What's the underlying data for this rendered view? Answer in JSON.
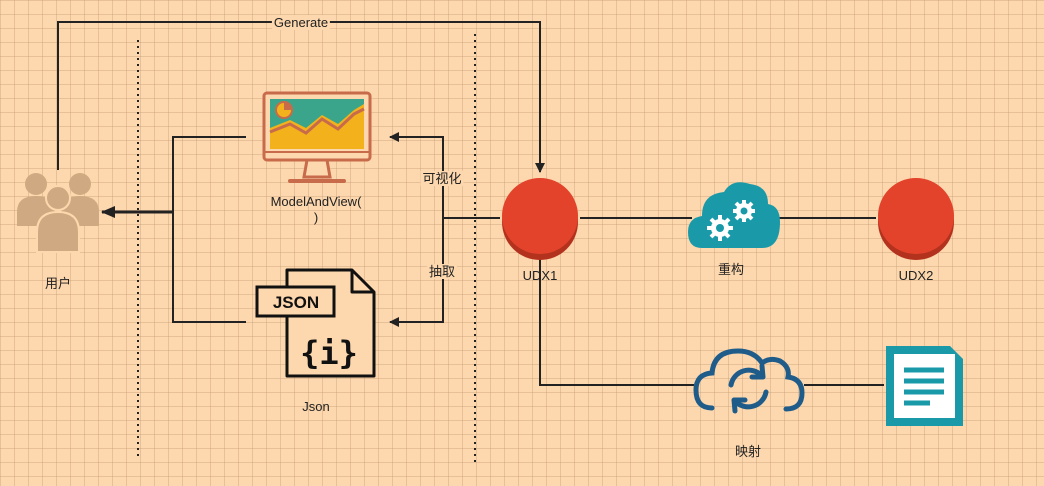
{
  "labels": {
    "generate": "Generate",
    "user": "用户",
    "model_and_view": "ModelAndView(",
    "model_and_view_2": ")",
    "json": "Json",
    "visualize": "可视化",
    "extract": "抽取",
    "udx1": "UDX1",
    "udx2": "UDX2",
    "refactor": "重构",
    "mapping": "映射",
    "json_badge": "JSON",
    "json_brace": "{i}"
  },
  "icons": {
    "users": "users-group-icon",
    "monitor": "monitor-chart-icon",
    "json_file": "json-file-icon",
    "cloud_gears": "cloud-gears-icon",
    "cloud_sync": "cloud-sync-icon",
    "document": "document-icon"
  },
  "colors": {
    "node": "#e2432a",
    "node_dark": "#b3321e",
    "line": "#222222",
    "teal": "#1a9aa9",
    "blue": "#1f5c8a",
    "user": "#cfa981",
    "monitor_frame": "#c86b4a",
    "monitor_screen": "#3aa58a",
    "monitor_yellow": "#f3b21b"
  }
}
